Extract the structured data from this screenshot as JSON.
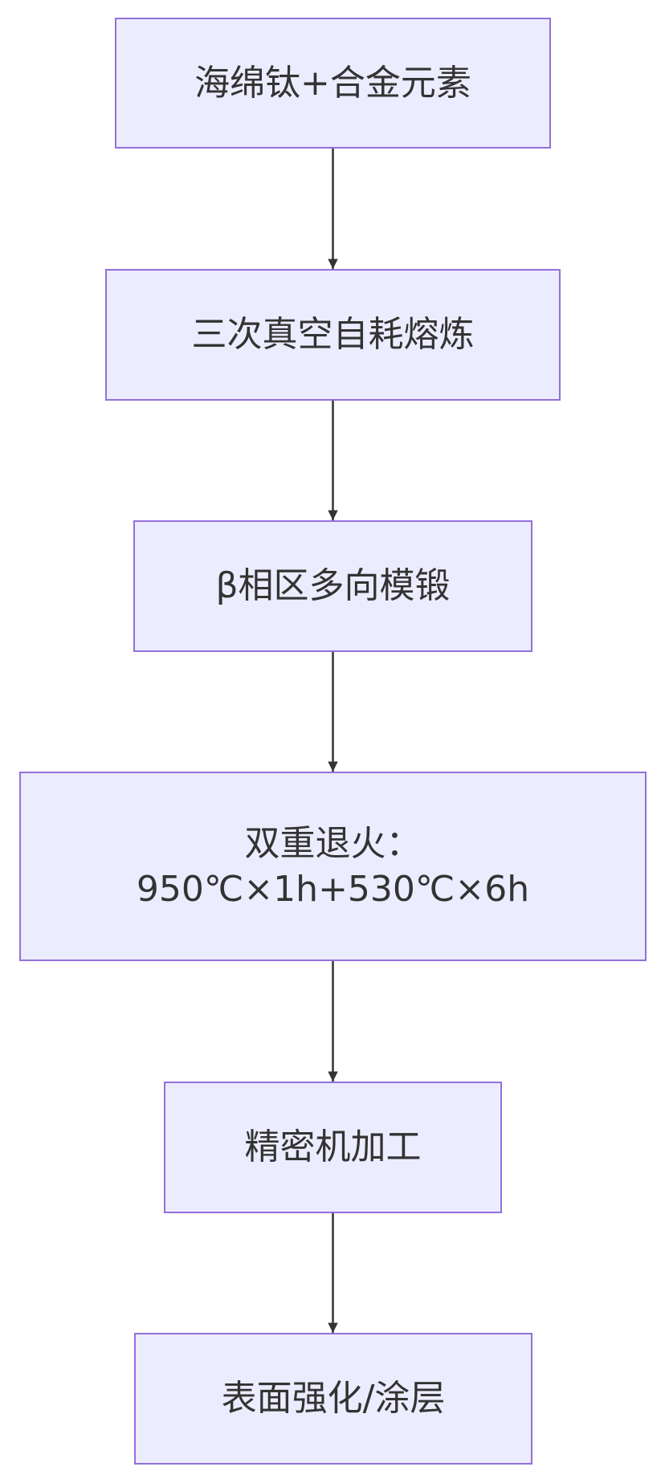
{
  "colors": {
    "node_fill": "#ececff",
    "node_border": "#9370db",
    "text": "#333333",
    "edge": "#333333"
  },
  "nodes": [
    {
      "id": "n1",
      "lines": [
        "海绵钛+合金元素"
      ]
    },
    {
      "id": "n2",
      "lines": [
        "三次真空自耗熔炼"
      ]
    },
    {
      "id": "n3",
      "lines": [
        "β相区多向模锻"
      ]
    },
    {
      "id": "n4",
      "lines": [
        "双重退火：",
        "950℃×1h+530℃×6h"
      ]
    },
    {
      "id": "n5",
      "lines": [
        "精密机加工"
      ]
    },
    {
      "id": "n6",
      "lines": [
        "表面强化/涂层"
      ]
    }
  ],
  "edges": [
    {
      "from": "n1",
      "to": "n2"
    },
    {
      "from": "n2",
      "to": "n3"
    },
    {
      "from": "n3",
      "to": "n4"
    },
    {
      "from": "n4",
      "to": "n5"
    },
    {
      "from": "n5",
      "to": "n6"
    }
  ]
}
